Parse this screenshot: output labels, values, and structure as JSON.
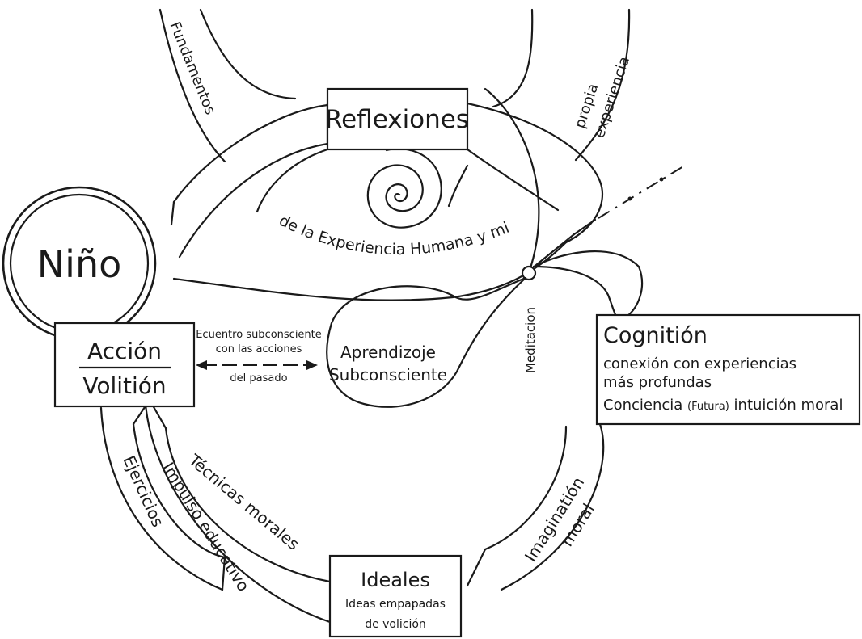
{
  "labels": {
    "nino": "Niño",
    "reflexiones": "Reflexiones",
    "fundamentos": "Fundamentos",
    "propia": "propia",
    "experiencia": "experiencia",
    "arc_experiencia": "de la Experiencia Humana y mi",
    "accion": "Acción",
    "volicion": "Volitión",
    "encuentro_1": "Ecuentro subconsciente",
    "encuentro_2": "con las acciones",
    "encuentro_3": "del pasado",
    "aprendizaje_1": "Aprendizoje",
    "aprendizaje_2": "Subconsciente",
    "meditacion": "Meditacion",
    "cognition_title": "Cognitión",
    "cognition_line1": "conexión con experiencias",
    "cognition_line2": "más profundas",
    "cognition_line3_a": "Conciencia ",
    "cognition_line3_b": "(Futura)",
    "cognition_line3_c": " intuición moral",
    "imaginacion": "Imaginatión",
    "moral": "moral",
    "ideales_title": "Ideales",
    "ideales_line1": "Ideas empapadas",
    "ideales_line2": "de volición",
    "tecnicas": "Técnicas morales",
    "impulso": "Impulso educativo",
    "ejercicios": "Ejercicios"
  }
}
